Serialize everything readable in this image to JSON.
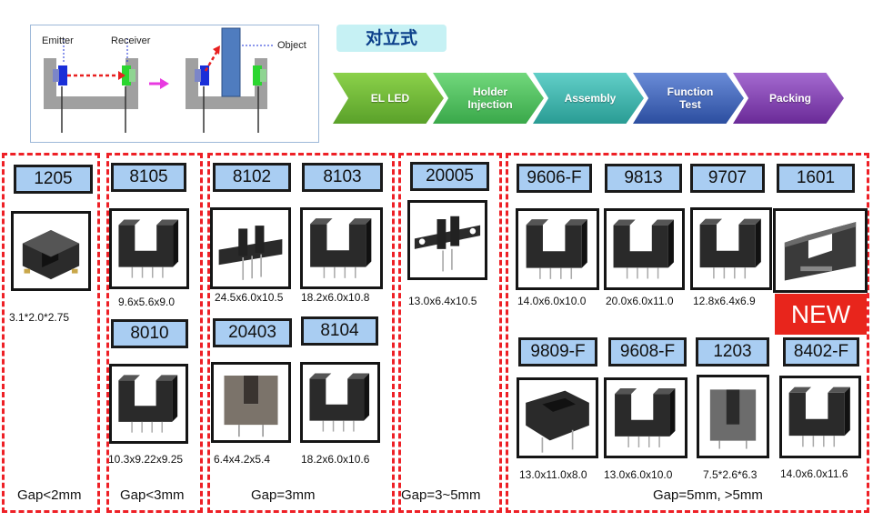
{
  "diagram": {
    "emitter_label": "Emitter",
    "receiver_label": "Receiver",
    "object_label": "Object"
  },
  "title": "对立式",
  "process_steps": [
    {
      "label": "EL LED",
      "color": "#6fb830"
    },
    {
      "label": "Holder Injection",
      "color": "#50c060"
    },
    {
      "label": "Assembly",
      "color": "#3bb0a8"
    },
    {
      "label": "Function Test",
      "color": "#3c62b8"
    },
    {
      "label": "Packing",
      "color": "#7a3aa8"
    }
  ],
  "groups": [
    {
      "gap": "Gap<2mm"
    },
    {
      "gap": "Gap<3mm"
    },
    {
      "gap": "Gap=3mm"
    },
    {
      "gap": "Gap=3~5mm"
    },
    {
      "gap": "Gap=5mm, >5mm"
    }
  ],
  "products": [
    {
      "model": "1205",
      "dim": "3.1*2.0*2.75"
    },
    {
      "model": "8105",
      "dim": "9.6x5.6x9.0"
    },
    {
      "model": "8010",
      "dim": "10.3x9.22x9.25"
    },
    {
      "model": "8102",
      "dim": "24.5x6.0x10.5"
    },
    {
      "model": "8103",
      "dim": "18.2x6.0x10.8"
    },
    {
      "model": "20403",
      "dim": "6.4x4.2x5.4"
    },
    {
      "model": "8104",
      "dim": "18.2x6.0x10.6"
    },
    {
      "model": "20005",
      "dim": "13.0x6.4x10.5"
    },
    {
      "model": "9606-F",
      "dim": "14.0x6.0x10.0"
    },
    {
      "model": "9813",
      "dim": "20.0x6.0x11.0"
    },
    {
      "model": "9707",
      "dim": "12.8x6.4x6.9"
    },
    {
      "model": "1601",
      "dim": ""
    },
    {
      "model": "9809-F",
      "dim": "13.0x11.0x8.0"
    },
    {
      "model": "9608-F",
      "dim": "13.0x6.0x10.0"
    },
    {
      "model": "1203",
      "dim": "7.5*2.6*6.3"
    },
    {
      "model": "8402-F",
      "dim": "14.0x6.0x11.6"
    }
  ],
  "new_badge": "NEW",
  "colors": {
    "group_border": "#ee2026",
    "tag_fill": "#a9cdf2",
    "new_badge": "#e8251c",
    "title_fill": "#c6f1f4"
  }
}
